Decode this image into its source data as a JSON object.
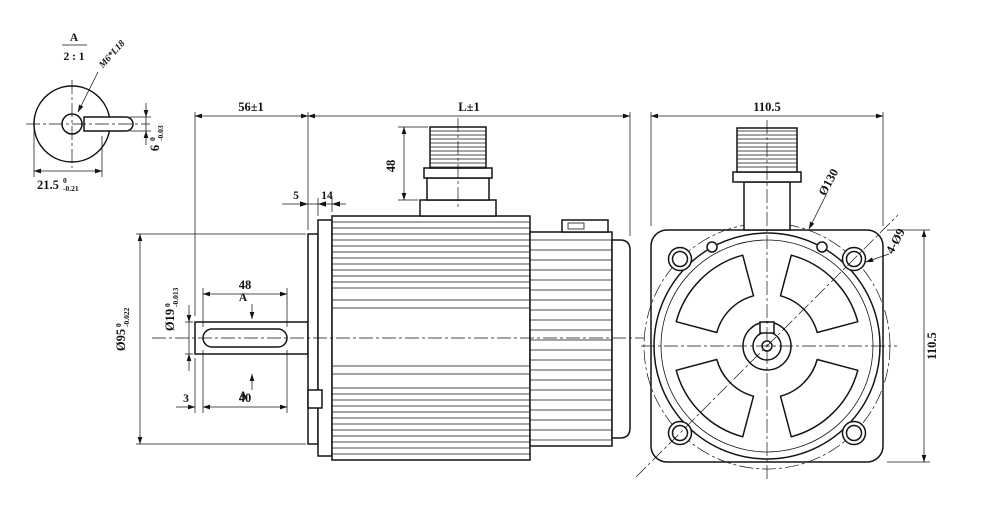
{
  "drawing": {
    "detail": {
      "section_label": "A",
      "scale_label": "2 : 1",
      "thread_callout": "M6*L18",
      "width": {
        "value": "21.5",
        "tol_upper": "0",
        "tol_lower": "-0.21"
      },
      "key_width": {
        "value": "6",
        "tol_upper": "0",
        "tol_lower": "-0.03"
      }
    },
    "side": {
      "shaft_length": "56±1",
      "body_length": "L±1",
      "flange_thickness": "5",
      "pilot_depth": "14",
      "connector_height": "48",
      "keyway_length": "48",
      "section_top": "A",
      "section_bottom": "A",
      "shaft_dia": {
        "value": "Ø19",
        "tol_upper": "0",
        "tol_lower": "-0.013"
      },
      "pilot_dia": {
        "value": "Ø95",
        "tol_upper": "0",
        "tol_lower": "-0.022"
      },
      "key_start": "3",
      "key_flat": "40"
    },
    "front": {
      "width": "110.5",
      "height": "110.5",
      "bolt_circle": "Ø130",
      "mount_holes": "4-Ø9"
    }
  }
}
